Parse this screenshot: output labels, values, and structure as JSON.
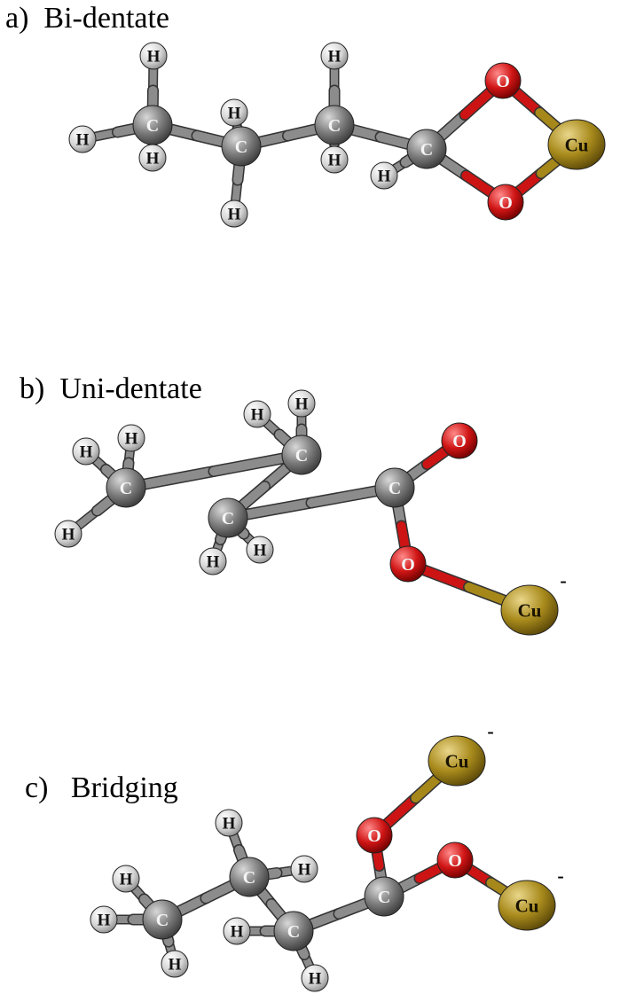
{
  "panels": [
    {
      "id": "a",
      "label": "a)  Bi-dentate",
      "atoms": [
        {
          "id": "H1",
          "el": "H"
        },
        {
          "id": "H2",
          "el": "H"
        },
        {
          "id": "C1",
          "el": "C"
        },
        {
          "id": "H3",
          "el": "H"
        },
        {
          "id": "C2",
          "el": "C"
        },
        {
          "id": "H4",
          "el": "H"
        },
        {
          "id": "H5",
          "el": "H"
        },
        {
          "id": "C3",
          "el": "C"
        },
        {
          "id": "H6",
          "el": "H"
        },
        {
          "id": "H7",
          "el": "H"
        },
        {
          "id": "H8",
          "el": "H"
        },
        {
          "id": "C4",
          "el": "C"
        },
        {
          "id": "O1",
          "el": "O"
        },
        {
          "id": "O2",
          "el": "O"
        },
        {
          "id": "Cu",
          "el": "Cu"
        }
      ],
      "bonds": [
        [
          "H1",
          "C1"
        ],
        [
          "H2",
          "C1"
        ],
        [
          "H3",
          "C1"
        ],
        [
          "C1",
          "C2"
        ],
        [
          "H4",
          "C2"
        ],
        [
          "H5",
          "C2"
        ],
        [
          "C2",
          "C3"
        ],
        [
          "H6",
          "C3"
        ],
        [
          "H7",
          "C3"
        ],
        [
          "C3",
          "C4"
        ],
        [
          "H8",
          "C4"
        ],
        [
          "C4",
          "O1"
        ],
        [
          "C4",
          "O2"
        ],
        [
          "O1",
          "Cu"
        ],
        [
          "O2",
          "Cu"
        ]
      ]
    },
    {
      "id": "b",
      "label": "b)  Uni-dentate",
      "atoms": [
        {
          "id": "H1",
          "el": "H"
        },
        {
          "id": "H2",
          "el": "H"
        },
        {
          "id": "H3",
          "el": "H"
        },
        {
          "id": "C1",
          "el": "C"
        },
        {
          "id": "C2",
          "el": "C"
        },
        {
          "id": "H4",
          "el": "H"
        },
        {
          "id": "H5",
          "el": "H"
        },
        {
          "id": "C3",
          "el": "C"
        },
        {
          "id": "H6",
          "el": "H"
        },
        {
          "id": "H7",
          "el": "H"
        },
        {
          "id": "C4",
          "el": "C"
        },
        {
          "id": "O1",
          "el": "O"
        },
        {
          "id": "O2",
          "el": "O"
        },
        {
          "id": "Cu",
          "el": "Cu",
          "charge": "-"
        }
      ],
      "bonds": [
        [
          "H1",
          "C1"
        ],
        [
          "H2",
          "C1"
        ],
        [
          "H3",
          "C1"
        ],
        [
          "C1",
          "C2"
        ],
        [
          "H4",
          "C2"
        ],
        [
          "H5",
          "C2"
        ],
        [
          "C2",
          "C3"
        ],
        [
          "H6",
          "C3"
        ],
        [
          "H7",
          "C3"
        ],
        [
          "C3",
          "C4"
        ],
        [
          "C4",
          "O1"
        ],
        [
          "C4",
          "O2"
        ],
        [
          "O2",
          "Cu"
        ]
      ]
    },
    {
      "id": "c",
      "label": "c)   Bridging",
      "atoms": [
        {
          "id": "H1",
          "el": "H"
        },
        {
          "id": "H2",
          "el": "H"
        },
        {
          "id": "H3",
          "el": "H"
        },
        {
          "id": "C1",
          "el": "C"
        },
        {
          "id": "C2",
          "el": "C"
        },
        {
          "id": "H4",
          "el": "H"
        },
        {
          "id": "H5",
          "el": "H"
        },
        {
          "id": "C3",
          "el": "C"
        },
        {
          "id": "H6",
          "el": "H"
        },
        {
          "id": "H7",
          "el": "H"
        },
        {
          "id": "C4",
          "el": "C"
        },
        {
          "id": "O1",
          "el": "O"
        },
        {
          "id": "O2",
          "el": "O"
        },
        {
          "id": "Cu1",
          "el": "Cu",
          "charge": "-"
        },
        {
          "id": "Cu2",
          "el": "Cu",
          "charge": "-"
        }
      ],
      "bonds": [
        [
          "H1",
          "C1"
        ],
        [
          "H2",
          "C1"
        ],
        [
          "H3",
          "C1"
        ],
        [
          "C1",
          "C2"
        ],
        [
          "H4",
          "C2"
        ],
        [
          "H5",
          "C2"
        ],
        [
          "C2",
          "C3"
        ],
        [
          "H6",
          "C3"
        ],
        [
          "H7",
          "C3"
        ],
        [
          "C3",
          "C4"
        ],
        [
          "C4",
          "O1"
        ],
        [
          "C4",
          "O2"
        ],
        [
          "O1",
          "Cu1"
        ],
        [
          "O2",
          "Cu2"
        ]
      ]
    }
  ],
  "colors": {
    "H": "#e2e2e2",
    "C": "#7a7a7a",
    "O": "#cc1414",
    "Cu": "#a6871a",
    "bond_dark": "#555555"
  }
}
